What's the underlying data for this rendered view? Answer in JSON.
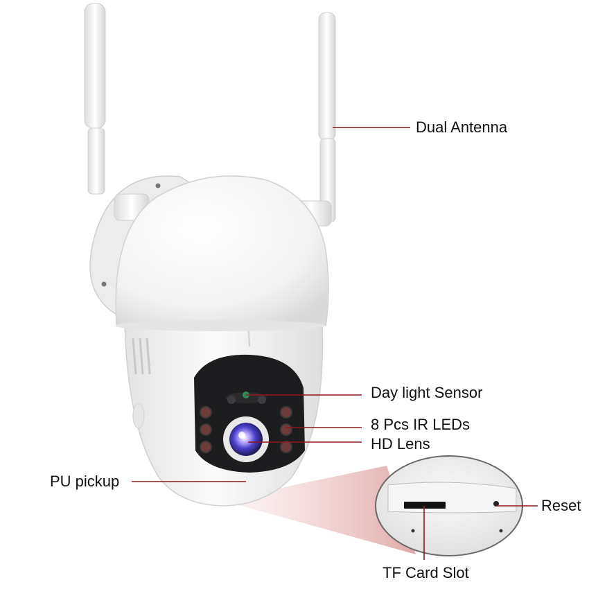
{
  "callouts": {
    "dual_antenna": "Dual Antenna",
    "day_light_sensor": "Day light Sensor",
    "ir_leds": "8 Pcs IR LEDs",
    "hd_lens": "HD Lens",
    "pu_pickup": "PU pickup",
    "reset": "Reset",
    "tf_card_slot": "TF Card Slot"
  },
  "colors": {
    "leader_line": "#8b1a1a",
    "background": "#ffffff",
    "camera_body": "#f4f4f4",
    "magnifier_beam": "#e8b4b4"
  }
}
